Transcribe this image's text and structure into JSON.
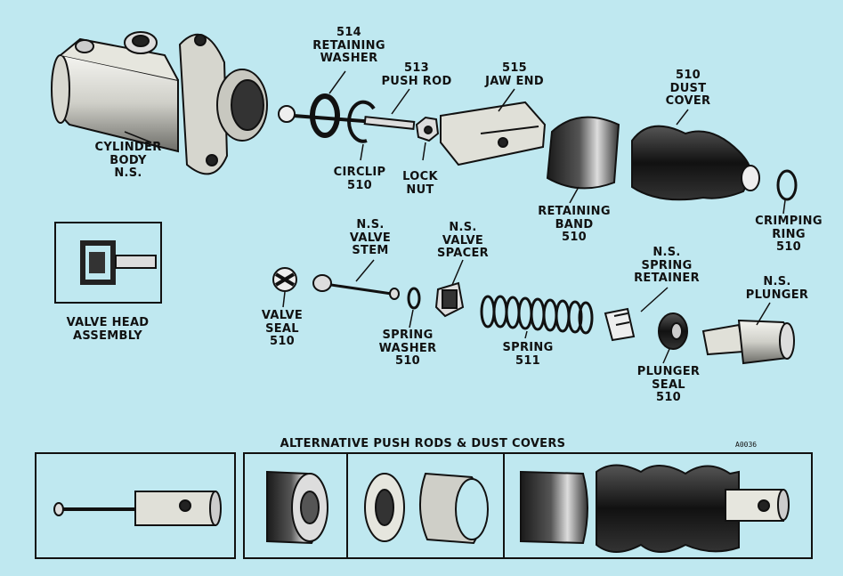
{
  "diagram": {
    "labels": {
      "cylinder_body": [
        "CYLINDER",
        "BODY",
        "N.S."
      ],
      "retaining_washer": [
        "514",
        "RETAINING",
        "WASHER"
      ],
      "push_rod": [
        "513",
        "PUSH ROD"
      ],
      "jaw_end": [
        "515",
        "JAW END"
      ],
      "dust_cover": [
        "510",
        "DUST",
        "COVER"
      ],
      "circlip": [
        "CIRCLIP",
        "510"
      ],
      "lock_nut": [
        "LOCK",
        "NUT"
      ],
      "retaining_band": [
        "RETAINING",
        "BAND",
        "510"
      ],
      "crimping_ring": [
        "CRIMPING",
        "RING",
        "510"
      ],
      "valve_head_assembly": [
        "VALVE HEAD",
        "ASSEMBLY"
      ],
      "valve_stem": [
        "N.S.",
        "VALVE",
        "STEM"
      ],
      "valve_spacer": [
        "N.S.",
        "VALVE",
        "SPACER"
      ],
      "spring_retainer": [
        "N.S.",
        "SPRING",
        "RETAINER"
      ],
      "plunger": [
        "N.S.",
        "PLUNGER"
      ],
      "valve_seal": [
        "VALVE",
        "SEAL",
        "510"
      ],
      "spring_washer": [
        "SPRING",
        "WASHER",
        "510"
      ],
      "spring": [
        "SPRING",
        "511"
      ],
      "plunger_seal": [
        "PLUNGER",
        "SEAL",
        "510"
      ]
    },
    "alt_title": "ALTERNATIVE PUSH RODS & DUST COVERS",
    "ref_code": "A0036"
  }
}
